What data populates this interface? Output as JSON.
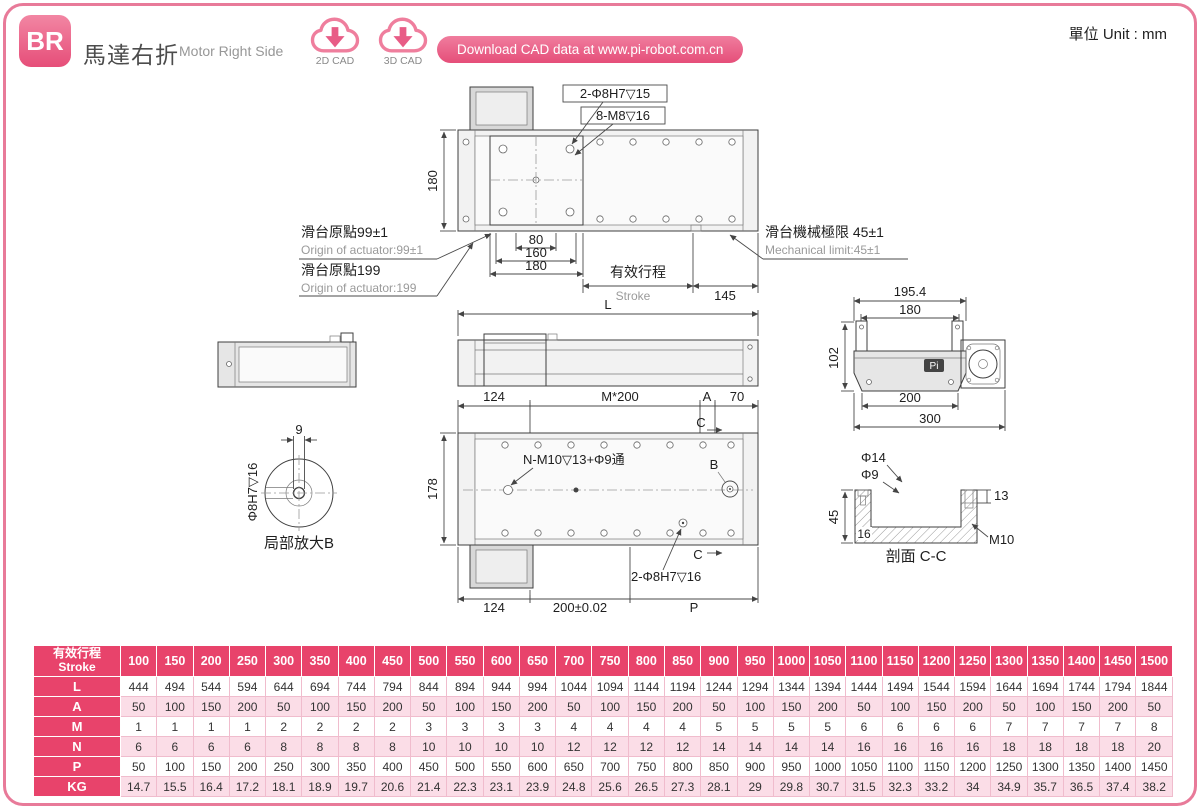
{
  "meta": {
    "unit_label": "單位 Unit : mm"
  },
  "colors": {
    "brand": "#e8436b",
    "brand_light": "#f08ca6",
    "row_alt": "#fbdde7"
  },
  "header": {
    "badge": "BR",
    "title_zh": "馬達右折",
    "title_en": "Motor Right Side",
    "cad2d_label": "2D CAD",
    "cad3d_label": "3D CAD",
    "download_text": "Download CAD data at www.pi-robot.com.cn"
  },
  "top_view": {
    "dim_height": "180",
    "callout_pin_holes": "2-Φ8H7▽15",
    "callout_thread_holes": "8-M8▽16",
    "dim_80": "80",
    "dim_160": "160",
    "dim_180": "180",
    "origin1_zh": "滑台原點99±1",
    "origin1_en": "Origin of actuator:99±1",
    "origin2_zh": "滑台原點199",
    "origin2_en": "Origin of actuator:199",
    "stroke_zh": "有效行程",
    "stroke_en": "Stroke",
    "dim_145": "145",
    "limit_zh": "滑台機械極限 45±1",
    "limit_en": "Mechanical limit:45±1"
  },
  "front_view": {
    "dim_L": "L"
  },
  "bottom_view": {
    "dim_124_top": "124",
    "dim_m200": "M*200",
    "dim_A": "A",
    "dim_70": "70",
    "dim_178": "178",
    "callout_mounting": "N-M10▽13+Φ9通",
    "label_B": "B",
    "label_C_top": "C",
    "label_C_bottom": "C",
    "callout_pin_holes": "2-Φ8H7▽16",
    "dim_124_bottom": "124",
    "dim_200": "200±0.02",
    "dim_P": "P"
  },
  "end_view": {
    "dim_195_4": "195.4",
    "dim_180": "180",
    "dim_102": "102",
    "dim_200": "200",
    "dim_300": "300",
    "logo": "Pi"
  },
  "section_view": {
    "dim_phi14": "Φ14",
    "dim_phi9": "Φ9",
    "dim_45": "45",
    "dim_16": "16",
    "dim_13": "13",
    "dim_M10": "M10",
    "caption": "剖面 C-C"
  },
  "detail_view": {
    "dim_9": "9",
    "dim_hole": "Φ8H7▽16",
    "caption": "局部放大B"
  },
  "table": {
    "header_zh": "有效行程",
    "header_en": "Stroke",
    "strokes": [
      100,
      150,
      200,
      250,
      300,
      350,
      400,
      450,
      500,
      550,
      600,
      650,
      700,
      750,
      800,
      850,
      900,
      950,
      1000,
      1050,
      1100,
      1150,
      1200,
      1250,
      1300,
      1350,
      1400,
      1450,
      1500
    ],
    "rows": [
      {
        "label": "L",
        "values": [
          444,
          494,
          544,
          594,
          644,
          694,
          744,
          794,
          844,
          894,
          944,
          994,
          1044,
          1094,
          1144,
          1194,
          1244,
          1294,
          1344,
          1394,
          1444,
          1494,
          1544,
          1594,
          1644,
          1694,
          1744,
          1794,
          1844
        ]
      },
      {
        "label": "A",
        "values": [
          50,
          100,
          150,
          200,
          50,
          100,
          150,
          200,
          50,
          100,
          150,
          200,
          50,
          100,
          150,
          200,
          50,
          100,
          150,
          200,
          50,
          100,
          150,
          200,
          50,
          100,
          150,
          200,
          50
        ]
      },
      {
        "label": "M",
        "values": [
          1,
          1,
          1,
          1,
          2,
          2,
          2,
          2,
          3,
          3,
          3,
          3,
          4,
          4,
          4,
          4,
          5,
          5,
          5,
          5,
          6,
          6,
          6,
          6,
          7,
          7,
          7,
          7,
          8
        ]
      },
      {
        "label": "N",
        "values": [
          6,
          6,
          6,
          6,
          8,
          8,
          8,
          8,
          10,
          10,
          10,
          10,
          12,
          12,
          12,
          12,
          14,
          14,
          14,
          14,
          16,
          16,
          16,
          16,
          18,
          18,
          18,
          18,
          20
        ]
      },
      {
        "label": "P",
        "values": [
          50,
          100,
          150,
          200,
          250,
          300,
          350,
          400,
          450,
          500,
          550,
          600,
          650,
          700,
          750,
          800,
          850,
          900,
          950,
          1000,
          1050,
          1100,
          1150,
          1200,
          1250,
          1300,
          1350,
          1400,
          1450
        ]
      },
      {
        "label": "KG",
        "values": [
          14.7,
          15.5,
          16.4,
          17.2,
          18.1,
          18.9,
          19.7,
          20.6,
          21.4,
          22.3,
          23.1,
          23.9,
          24.8,
          25.6,
          26.5,
          27.3,
          28.1,
          29,
          29.8,
          30.7,
          31.5,
          32.3,
          33.2,
          34,
          34.9,
          35.7,
          36.5,
          37.4,
          38.2
        ]
      }
    ]
  }
}
